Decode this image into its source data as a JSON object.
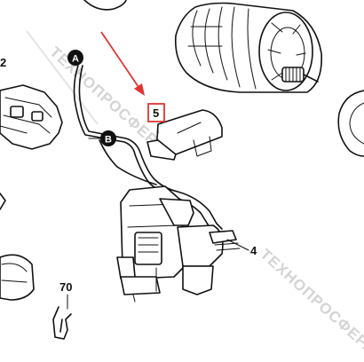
{
  "diagram": {
    "callouts": [
      {
        "id": "A",
        "label": "A"
      },
      {
        "id": "B",
        "label": "B"
      }
    ],
    "part_numbers": {
      "left": "2",
      "cover": "5",
      "switch": "4",
      "clip": "70"
    },
    "watermark": "ТЕХНОПРОСФЕРА",
    "highlight_color": "#e3342f",
    "line_color": "#111111"
  }
}
